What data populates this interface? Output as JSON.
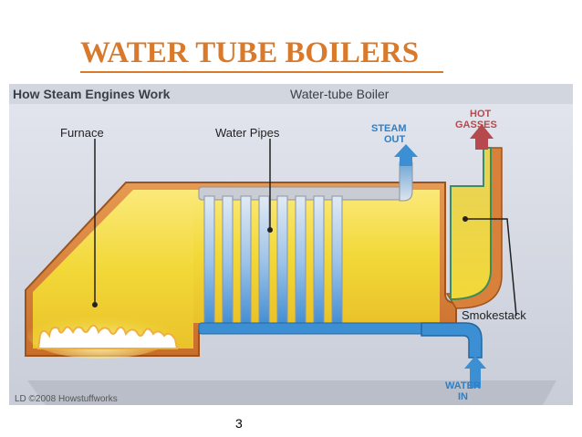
{
  "slide": {
    "title": "WATER TUBE BOILERS",
    "page_number": "3"
  },
  "diagram": {
    "header_bold": "How Steam Engines Work",
    "header_sub": "Water-tube Boiler",
    "labels": {
      "furnace": "Furnace",
      "water_pipes": "Water Pipes",
      "steam_out_1": "STEAM",
      "steam_out_2": "OUT",
      "hot_gasses_1": "HOT",
      "hot_gasses_2": "GASSES",
      "smokestack": "Smokestack",
      "water_in_1": "WATER",
      "water_in_2": "IN"
    },
    "credit": "LD ©2008 Howstuffworks",
    "colors": {
      "boiler_orange": "#d9813a",
      "interior_yellow": "#f4dc3e",
      "water_blue": "#3d8fd4",
      "hot_gas_red": "#b5494d",
      "pipe_silver": "#c9ccd3",
      "title_orange": "#d9792b"
    }
  }
}
